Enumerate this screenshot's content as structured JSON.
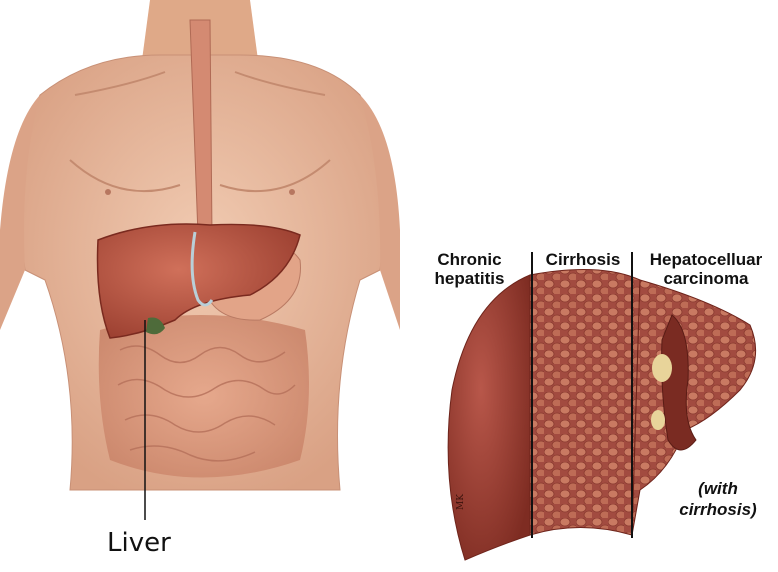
{
  "torso": {
    "liver_label": "Liver"
  },
  "liver_stages": {
    "stages": [
      {
        "label_line1": "Chronic",
        "label_line2": "hepatitis"
      },
      {
        "label_line1": "Cirrhosis",
        "label_line2": ""
      },
      {
        "label_line1": "Hepatocelluar",
        "label_line2": "carcinoma"
      }
    ],
    "note_line1": "(with",
    "note_line2": "cirrhosis)",
    "signature": "MK"
  },
  "colors": {
    "skin": "#e8b89a",
    "liver_healthy": "#9a3b2c",
    "liver_cirrhotic": "#a0504a",
    "nodule": "#c97a62"
  }
}
